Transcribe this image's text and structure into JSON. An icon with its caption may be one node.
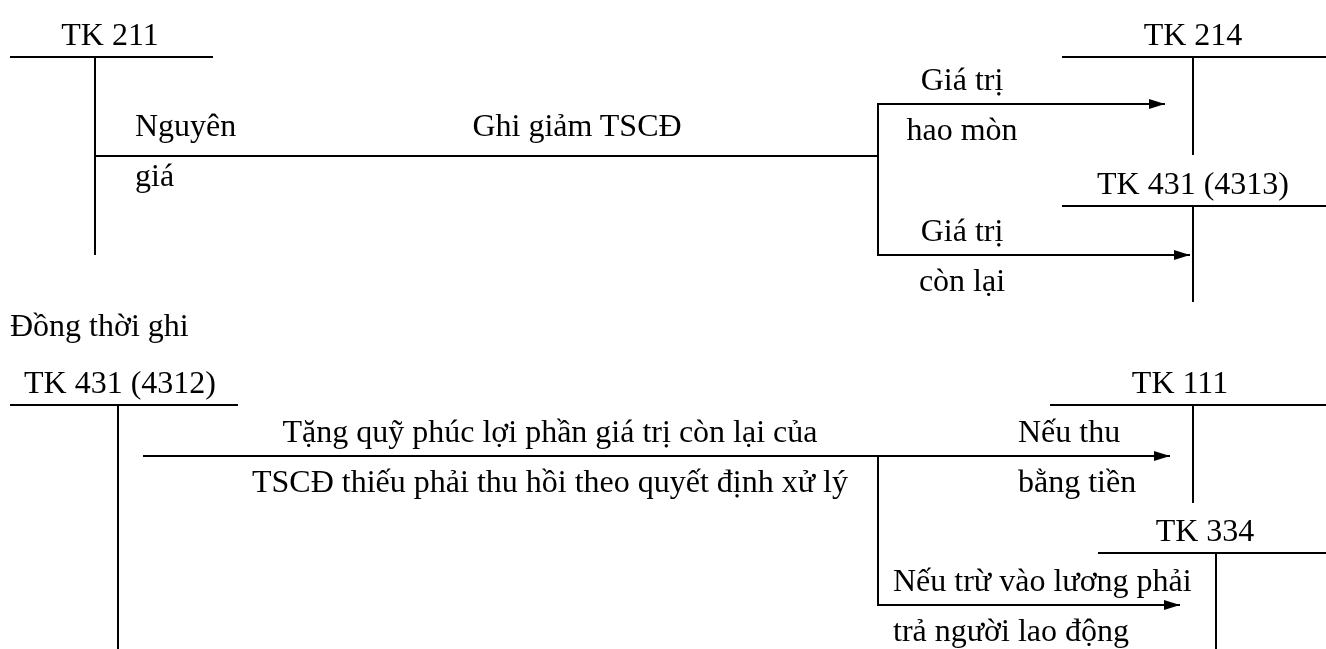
{
  "diagram": {
    "nodes": [
      {
        "text": [
          "TK 211"
        ]
      },
      {
        "text": [
          "TK 214"
        ]
      },
      {
        "text": [
          "TK 431 (4313)"
        ]
      },
      {
        "text": [
          "TK 431 (4312)"
        ]
      },
      {
        "text": [
          "TK 111"
        ]
      },
      {
        "text": [
          "TK 334"
        ]
      }
    ],
    "edges": [
      {
        "from": 0,
        "to": 1,
        "arrow": "to",
        "label": "Giá trị hao mòn"
      },
      {
        "from": 0,
        "to": 2,
        "arrow": "to",
        "label": "Giá trị còn lại"
      },
      {
        "from": 3,
        "to": 4,
        "arrow": "to",
        "label": "Nếu thu bằng tiền"
      },
      {
        "from": 3,
        "to": 5,
        "arrow": "to",
        "label": "Nếu trừ vào lương phải trả người lao động"
      }
    ],
    "labels": [
      "Nguyên giá",
      "Ghi giảm TSCĐ",
      "Đồng thời ghi",
      "Tặng quỹ phúc lợi phần giá trị còn lại của TSCĐ thiếu phải thu hồi theo quyết định xử lý"
    ]
  }
}
